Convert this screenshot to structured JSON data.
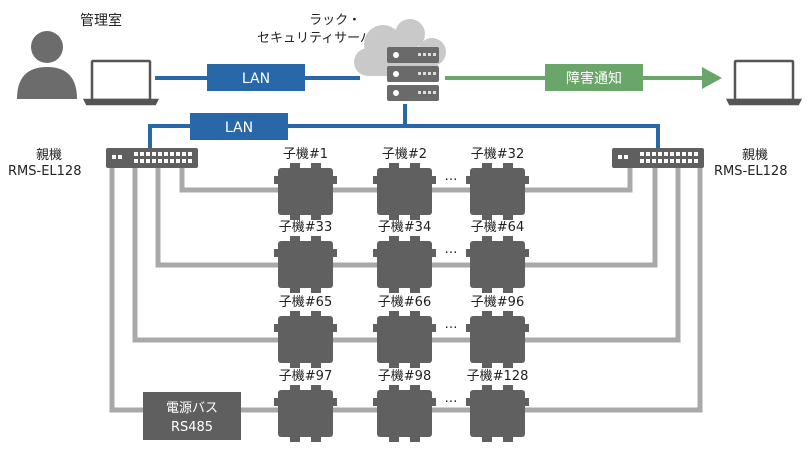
{
  "labels": {
    "admin_room": "管理室",
    "server_title_line1": "ラック・",
    "server_title_line2": "セキュリティサーバ",
    "lan_top": "LAN",
    "lan_second": "LAN",
    "fault_notice": "障害通知",
    "master_left_line1": "親機",
    "master_left_line2": "RMS-EL128",
    "master_right_line1": "親機",
    "master_right_line2": "RMS-EL128",
    "power_bus_line1": "電源バス",
    "power_bus_line2": "RS485",
    "ellipsis": "…"
  },
  "rows": [
    {
      "slaves": [
        "子機#1",
        "子機#2",
        "子機#32"
      ]
    },
    {
      "slaves": [
        "子機#33",
        "子機#34",
        "子機#64"
      ]
    },
    {
      "slaves": [
        "子機#65",
        "子機#66",
        "子機#96"
      ]
    },
    {
      "slaves": [
        "子機#97",
        "子機#98",
        "子機#128"
      ]
    }
  ],
  "colors": {
    "lan_blue": "#2867a8",
    "notify_green": "#6aa56a",
    "device_gray": "#606060",
    "bus_gray": "#a9a9a9",
    "person_gray": "#6c6c6c",
    "cloud_gray": "#c9c9c9"
  },
  "icons": [
    "person-icon",
    "laptop-icon",
    "cloud-icon",
    "server-icon",
    "switch-icon",
    "slave-device-icon",
    "arrow-icon"
  ]
}
